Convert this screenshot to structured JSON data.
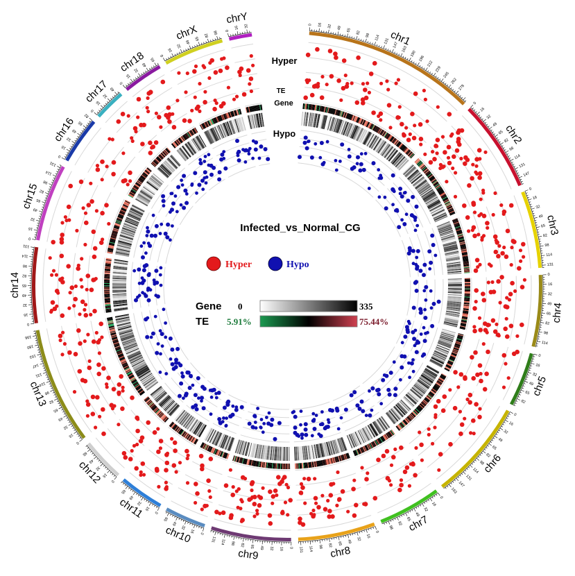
{
  "title": "Infected_vs_Normal_CG",
  "track_labels": {
    "hyper": "Hyper",
    "te": "TE",
    "gene": "Gene",
    "hypo": "Hypo"
  },
  "legend": {
    "hyper_label": "Hyper",
    "hyper_color": "#e31a1c",
    "hypo_label": "Hypo",
    "hypo_color": "#1010b0"
  },
  "gene_scale": {
    "label": "Gene",
    "min": "0",
    "max": "335"
  },
  "te_scale": {
    "label": "TE",
    "min": "5.91%",
    "max": "75.44%"
  },
  "chromosomes": [
    {
      "name": "chr1",
      "length": 300,
      "color": "#b8741a",
      "ticks": [
        "0",
        "16",
        "32",
        "49",
        "65",
        "82",
        "98",
        "114",
        "131",
        "147",
        "163",
        "180",
        "196",
        "212",
        "229",
        "245",
        "262",
        "278"
      ]
    },
    {
      "name": "chr2",
      "length": 160,
      "color": "#c8102e",
      "ticks": [
        "0",
        "16",
        "32",
        "49",
        "65",
        "82",
        "98",
        "114",
        "131",
        "147"
      ]
    },
    {
      "name": "chr3",
      "length": 135,
      "color": "#e6d200",
      "ticks": [
        "0",
        "16",
        "32",
        "49",
        "65",
        "82",
        "98",
        "114",
        "131"
      ]
    },
    {
      "name": "chr4",
      "length": 125,
      "color": "#9a8a18",
      "ticks": [
        "0",
        "16",
        "32",
        "49",
        "65",
        "82",
        "98",
        "114"
      ]
    },
    {
      "name": "chr5",
      "length": 95,
      "color": "#2f7d1a",
      "ticks": [
        "0",
        "16",
        "32",
        "49",
        "65",
        "82"
      ]
    },
    {
      "name": "chr6",
      "length": 175,
      "color": "#c6b400",
      "ticks": [
        "0",
        "16",
        "32",
        "49",
        "65",
        "82",
        "98",
        "114",
        "131",
        "147",
        "163"
      ]
    },
    {
      "name": "chr7",
      "length": 110,
      "color": "#40c020",
      "ticks": [
        "0",
        "16",
        "32",
        "49",
        "65",
        "82",
        "98"
      ]
    },
    {
      "name": "chr8",
      "length": 135,
      "color": "#e8a21a",
      "ticks": [
        "0",
        "16",
        "32",
        "49",
        "65",
        "82",
        "98",
        "114",
        "131"
      ]
    },
    {
      "name": "chr9",
      "length": 140,
      "color": "#6e3a73",
      "ticks": [
        "0",
        "16",
        "32",
        "49",
        "65",
        "82",
        "98",
        "114",
        "131"
      ]
    },
    {
      "name": "chr10",
      "length": 72,
      "color": "#5a8cc0",
      "ticks": [
        "0",
        "16",
        "32",
        "49",
        "65"
      ]
    },
    {
      "name": "chr11",
      "length": 78,
      "color": "#2e7fd8",
      "ticks": [
        "0",
        "16",
        "32",
        "49",
        "65"
      ]
    },
    {
      "name": "chr12",
      "length": 75,
      "color": "#cfcfcf",
      "ticks": [
        "0",
        "16",
        "32",
        "49",
        "65"
      ]
    },
    {
      "name": "chr13",
      "length": 205,
      "color": "#8c8c1a",
      "ticks": [
        "0",
        "16",
        "32",
        "49",
        "65",
        "82",
        "98",
        "114",
        "131",
        "147",
        "163",
        "180",
        "196"
      ]
    },
    {
      "name": "chr14",
      "length": 132,
      "color": "#a01818",
      "ticks": [
        "0",
        "16",
        "32",
        "49",
        "65",
        "82",
        "98",
        "114",
        "131"
      ]
    },
    {
      "name": "chr15",
      "length": 135,
      "color": "#c040c0",
      "ticks": [
        "0",
        "16",
        "32",
        "49",
        "65",
        "82",
        "98",
        "114",
        "131"
      ]
    },
    {
      "name": "chr16",
      "length": 82,
      "color": "#1a3aa8",
      "ticks": [
        "0",
        "16",
        "32",
        "49",
        "65",
        "82"
      ]
    },
    {
      "name": "chr17",
      "length": 55,
      "color": "#3ab0c0",
      "ticks": [
        "0",
        "16",
        "32",
        "49"
      ]
    },
    {
      "name": "chr18",
      "length": 70,
      "color": "#8a1aa0",
      "ticks": [
        "0",
        "16",
        "32",
        "49",
        "65"
      ]
    },
    {
      "name": "chrX",
      "length": 105,
      "color": "#d0d020",
      "ticks": [
        "0",
        "16",
        "32",
        "49",
        "65",
        "82",
        "98"
      ]
    },
    {
      "name": "chrY",
      "length": 40,
      "color": "#b020c0",
      "ticks": [
        "0",
        "16",
        "32"
      ]
    }
  ],
  "colors": {
    "hyper": "#e31a1c",
    "hypo": "#1010b0",
    "te_low": "#1b9a50",
    "te_mid": "#000000",
    "te_high": "#ee7f7f",
    "gene_low": "#ffffff",
    "gene_high": "#000000",
    "grid": "#d8d8d8"
  }
}
